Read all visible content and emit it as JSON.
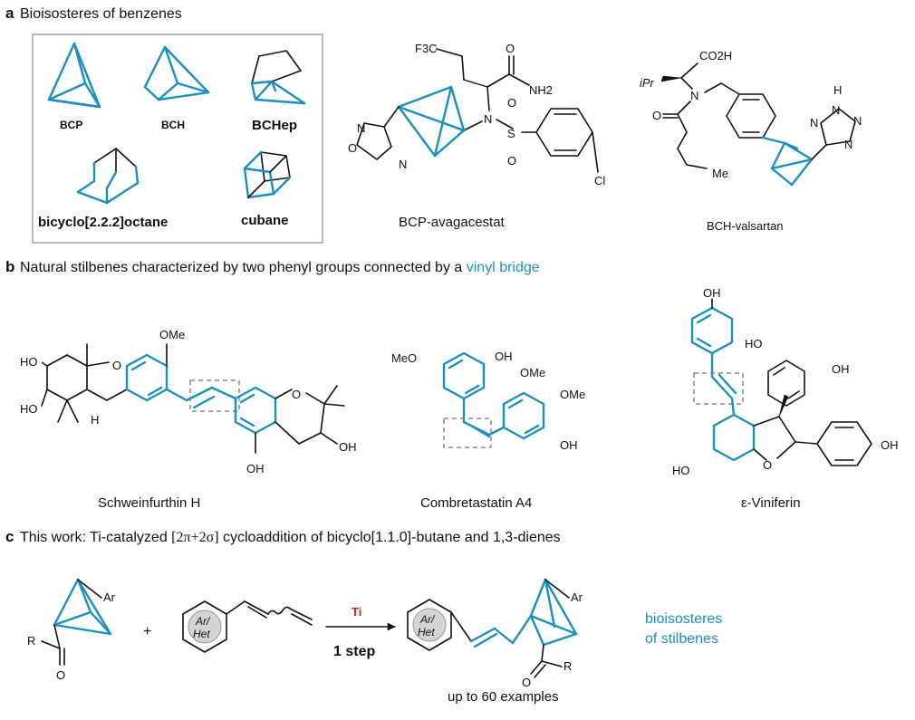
{
  "section_a": {
    "letter": "a",
    "title": "Bioisosteres of benzenes",
    "box_labels": {
      "bcp": "BCP",
      "bch": "BCH",
      "bchep": "BCHep",
      "bicyclooctane": "bicyclo[2.2.2]octane",
      "cubane": "cubane"
    },
    "avagacestat": {
      "name": "BCP-avagacestat",
      "cf3": "F3C",
      "amide_o": "O",
      "nh2": "NH2",
      "n": "N",
      "s": "S",
      "so_o1": "O",
      "so_o2": "O",
      "cl": "Cl",
      "ox_n1": "N",
      "ox_n2": "N",
      "ox_o": "O"
    },
    "valsartan": {
      "name": "BCH-valsartan",
      "co2h": "CO2H",
      "ipr": "iPr",
      "n": "N",
      "o": "O",
      "me": "Me",
      "tz_h": "H",
      "tz_n1": "N",
      "tz_n2": "N",
      "tz_n3": "N",
      "tz_n4": "N"
    }
  },
  "section_b": {
    "letter": "b",
    "title_plain": "Natural stilbenes characterized by two phenyl groups connected by a ",
    "title_highlight": "vinyl bridge",
    "schweinfurthin": {
      "name": "Schweinfurthin H",
      "ome": "OMe",
      "ho1": "HO",
      "ho2": "HO",
      "h": "H",
      "o1": "O",
      "o2": "O",
      "oh1": "OH",
      "oh2": "OH"
    },
    "combretastatin": {
      "name": "Combretastatin A4",
      "meo": "MeO",
      "oh1": "OH",
      "ome1": "OMe",
      "ome2": "OMe",
      "oh2": "OH"
    },
    "viniferin": {
      "name": "ε-Viniferin",
      "oh_top": "OH",
      "ho": "HO",
      "oh_r": "OH",
      "ho_bot": "HO",
      "o": "O",
      "oh_far": "OH"
    }
  },
  "section_c": {
    "letter": "c",
    "title_a": "This work: Ti-catalyzed ",
    "title_b": "[2π+2σ]",
    "title_c": " cycloaddition of bicyclo[1.1.0]-butane and 1,3-dienes",
    "reactant1": {
      "ar": "Ar",
      "r": "R",
      "o": "O"
    },
    "plus": "+",
    "reactant2": {
      "ar_het_1": "Ar/",
      "ar_het_2": "Het"
    },
    "catalyst": "Ti",
    "steps": "1 step",
    "product": {
      "ar_het_1": "Ar/",
      "ar_het_2": "Het",
      "ar": "Ar",
      "o": "O",
      "r": "R"
    },
    "examples": "up to 60 examples",
    "tag_line1": "bioisosteres",
    "tag_line2": "of stilbenes"
  },
  "colors": {
    "accent_blue": "#1a8fc0",
    "catalyst_red": "#e0201b",
    "dash_gray": "#888888"
  }
}
